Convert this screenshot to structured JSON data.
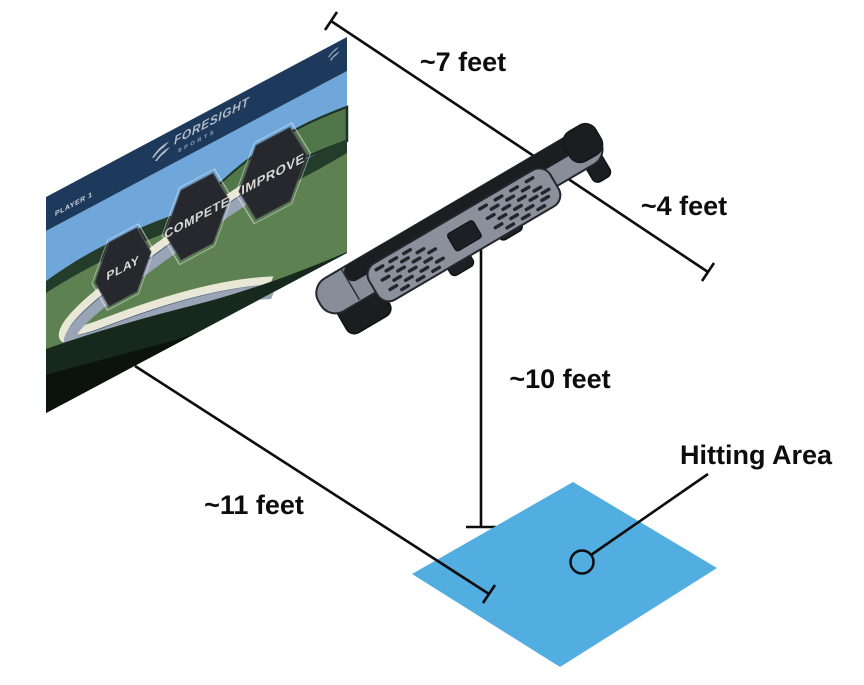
{
  "labels": {
    "screen_to_monitor": "~7 feet",
    "monitor_forward": "~4 feet",
    "monitor_height": "~10 feet",
    "screen_to_mat": "~11 feet",
    "hitting_area": "Hitting Area"
  },
  "screen_ui": {
    "player_badge": "PLAYER 1",
    "brand_name": "FORESIGHT",
    "brand_sub": "SPORTS",
    "menu": [
      {
        "label": "PLAY"
      },
      {
        "label": "COMPETE"
      },
      {
        "label": "IMPROVE"
      }
    ]
  },
  "colors": {
    "header_navy": "#1d3a5c",
    "sky_blue": "#6fa7da",
    "mat_blue": "#52ade0",
    "hexagon_dark": "#26282e",
    "device_gray": "#878d99",
    "device_black": "#1b1d21",
    "line_black": "#0d0d0d"
  }
}
